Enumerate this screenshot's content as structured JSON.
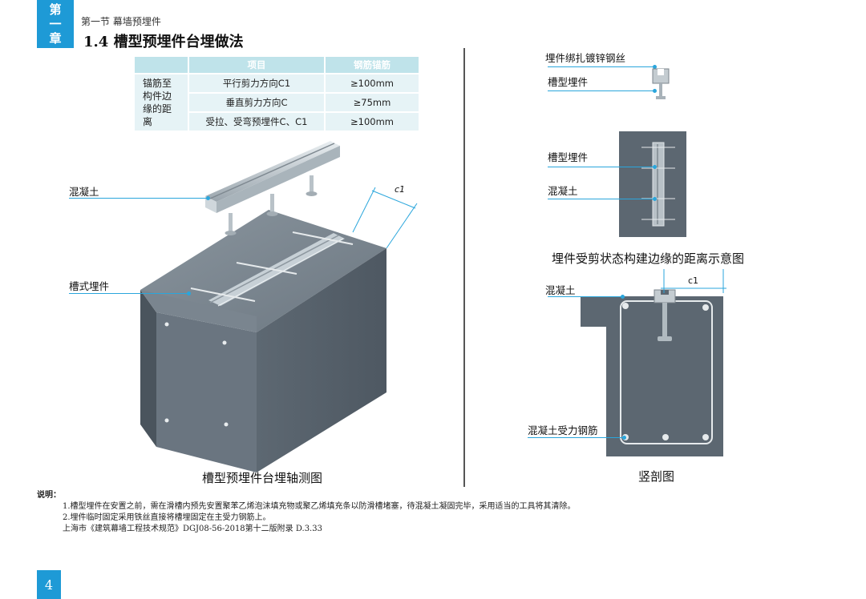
{
  "header": {
    "chapter_tab": [
      "第",
      "一",
      "章"
    ],
    "section": "第一节  幕墙预埋件",
    "title": "1.4  槽型预埋件台埋做法"
  },
  "table": {
    "headers": [
      "项目",
      "钢筋锚筋"
    ],
    "row_group": "锚筋至\n构件边\n缘的距\n离",
    "rows": [
      {
        "item": "平行剪力方向C1",
        "value": "≥100mm"
      },
      {
        "item": "垂直剪力方向C",
        "value": "≥75mm"
      },
      {
        "item": "受拉、受弯预埋件C、C1",
        "value": "≥100mm"
      }
    ]
  },
  "left_figure": {
    "label_concrete": "混凝土",
    "label_embed": "槽式埋件",
    "dim_label": "c1",
    "caption": "槽型预埋件台埋轴测图"
  },
  "top_right": {
    "label_wire": "埋件绑扎镀锌钢丝",
    "label_embed": "槽型埋件"
  },
  "mid_right": {
    "label_embed": "槽型埋件",
    "label_concrete": "混凝土",
    "caption": "埋件受剪状态构建边缘的距离示意图"
  },
  "section_figure": {
    "label_concrete": "混凝土",
    "label_rebar": "混凝土受力钢筋",
    "dim_label": "c1",
    "caption": "竖剖图"
  },
  "notes": {
    "head": "说明：",
    "lines": [
      "1.槽型埋件在安置之前，需在滑槽内预先安置聚苯乙烯泡沫填充物或聚乙烯填充条以防滑槽堵塞，待混凝土凝固完毕，采用适当的工具将其清除。",
      "2.埋件临时固定采用铁丝直接将槽埋固定在主受力钢筋上。",
      "上海市《建筑幕墙工程技术规范》DGJ08-56-2018第十二版附录 D.3.33"
    ]
  },
  "page_number": "4",
  "colors": {
    "accent": "#1e9ad6",
    "leader": "#2aa6dc",
    "concrete": "#5f6b76",
    "table_head": "#bfe3ea",
    "table_cell": "#e6f3f6"
  }
}
